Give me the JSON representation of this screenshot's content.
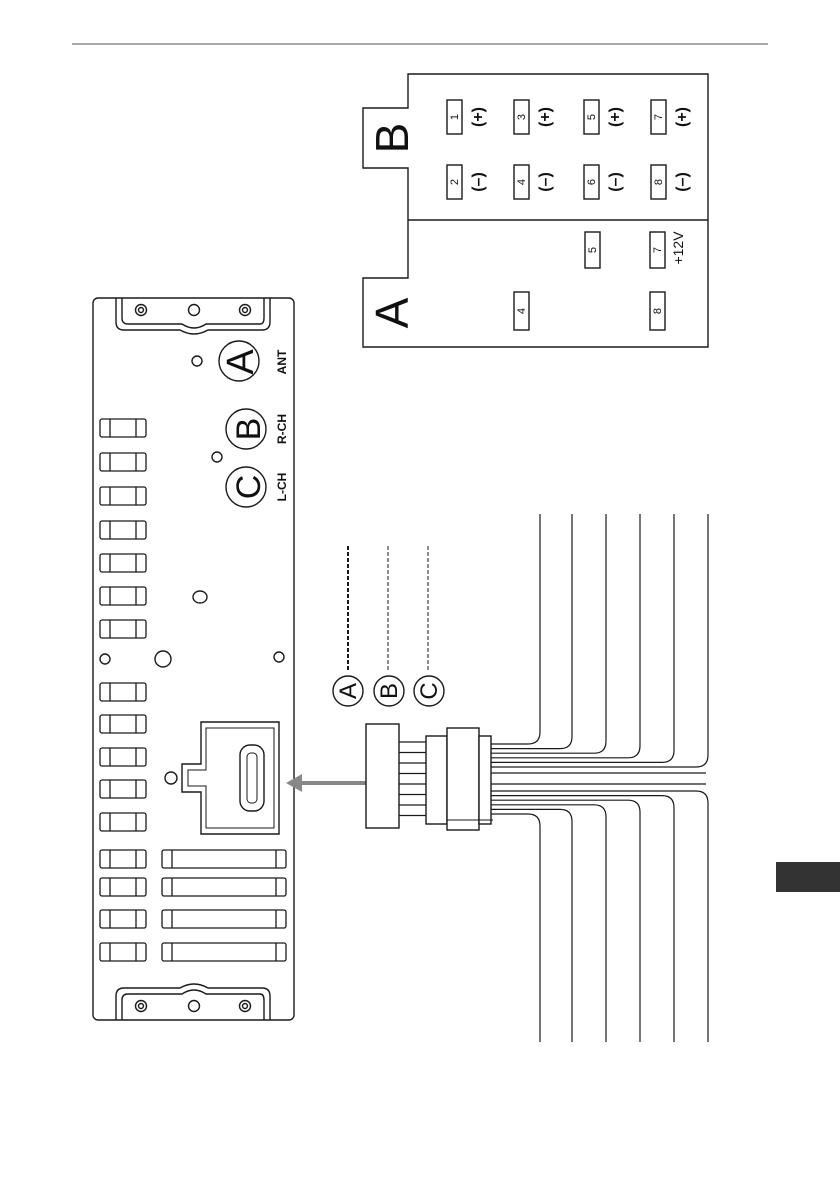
{
  "connector_b": {
    "letter": "B",
    "pins": [
      {
        "number": "1",
        "polarity": "(+)"
      },
      {
        "number": "2",
        "polarity": "(–)"
      },
      {
        "number": "3",
        "polarity": "(+)"
      },
      {
        "number": "4",
        "polarity": "(–)"
      },
      {
        "number": "5",
        "polarity": "(+)"
      },
      {
        "number": "6",
        "polarity": "(–)"
      },
      {
        "number": "7",
        "polarity": "(+)"
      },
      {
        "number": "8",
        "polarity": "(–)"
      }
    ]
  },
  "connector_a": {
    "letter": "A",
    "pins": [
      {
        "number": "4"
      },
      {
        "number": "5"
      },
      {
        "number": "7",
        "note": "+12V"
      },
      {
        "number": "8"
      }
    ]
  },
  "unit_labels": {
    "a_letter": "A",
    "a_text": "ANT",
    "b_letter": "B",
    "b_text": "R-CH",
    "c_letter": "C",
    "c_text": "L-CH"
  },
  "cable_labels": [
    "A",
    "B",
    "C"
  ],
  "colors": {
    "line": "#1a1a1a",
    "arrow": "#888888",
    "tab": "#333333"
  }
}
